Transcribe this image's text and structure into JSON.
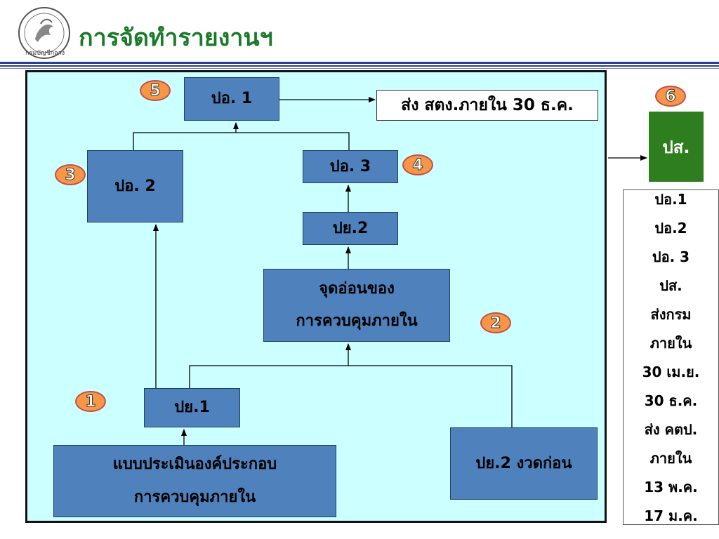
{
  "header": {
    "title": "การจัดทำรายงานฯ",
    "logo_text": "กรมบัญชีกลาง"
  },
  "colors": {
    "title": "#1a7a2a",
    "panel": "#ccffff",
    "node": "#4f81bd",
    "badge": "#f79646",
    "ps_box": "#2e7d1e"
  },
  "nodes": {
    "po1": "ปอ. 1",
    "po2": "ปอ. 2",
    "po3": "ปอ. 3",
    "py2": "ปย.2",
    "weak_line1": "จุดอ่อนของ",
    "weak_line2": "การควบคุมภายใน",
    "py1": "ปย.1",
    "assess_line1": "แบบประเมินองค์ประกอบ",
    "assess_line2": "การควบคุมภายใน",
    "py2_prev": "ปย.2 งวดก่อน"
  },
  "badges": {
    "b1": "1",
    "b2": "2",
    "b3": "3",
    "b4": "4",
    "b5": "5",
    "b6": "6"
  },
  "send_box": "ส่ง  สตง.ภายใน  30 ธ.ค.",
  "ps_box": "ปส.",
  "side_list": [
    "ปอ.1",
    "ปอ.2",
    "ปอ. 3",
    "ปส.",
    "ส่งกรม",
    "ภายใน",
    "30 เม.ย.",
    "30 ธ.ค.",
    "ส่ง คตป.",
    "ภายใน",
    "13 พ.ค.",
    "17 ม.ค."
  ]
}
